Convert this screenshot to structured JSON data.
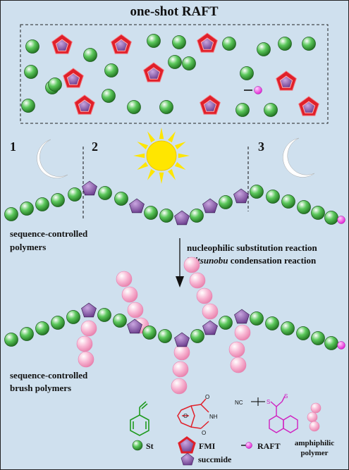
{
  "title": "one-shot RAFT",
  "stages": [
    "1",
    "2",
    "3"
  ],
  "labels": {
    "sequence_polymers": [
      "sequence-controlled",
      "polymers"
    ],
    "reaction_1": "nucleophilic substitution reaction",
    "reaction_2_italic": "Mitsunobu",
    "reaction_2_rest": " condensation reaction",
    "brush_polymers": [
      "sequence-controlled",
      "brush polymers"
    ]
  },
  "legend": {
    "st": "St",
    "fmi": "FMI",
    "raft": "RAFT",
    "succmide": "succmide",
    "amphiphilic": [
      "amphiphilic",
      "polymer"
    ],
    "nc": "NC",
    "s": "S",
    "o": "O",
    "nh": "NH"
  },
  "colors": {
    "background": "#cfe0ee",
    "st_green": "#2e9b2e",
    "fmi_red": "#e0202a",
    "fmi_purple": "#8a5aa6",
    "raft_magenta": "#e020d0",
    "amphiphilic_pink": "#f6a6c8",
    "sun": "#ffe600"
  },
  "icons": [
    "moon-icon",
    "sun-icon",
    "arrow-down-icon",
    "styrene-structure-icon",
    "fmi-structure-icon",
    "raft-structure-icon"
  ]
}
